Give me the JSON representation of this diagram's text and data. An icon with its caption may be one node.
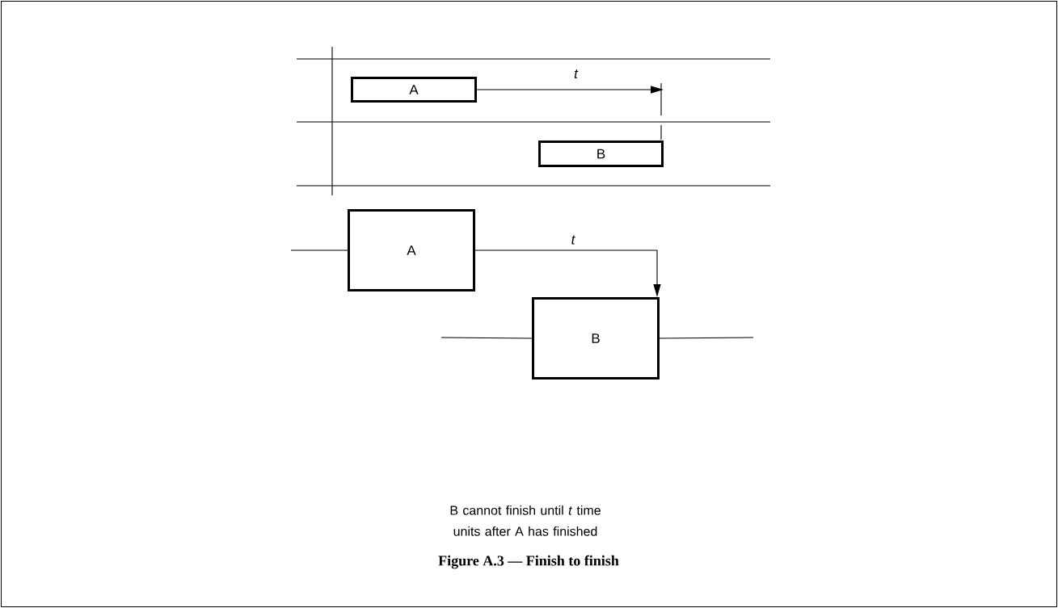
{
  "diagram": {
    "caption": "Figure A.3 — Finish to finish",
    "nodes": [
      {
        "text": [
          "A"
        ]
      },
      {
        "text": [
          "B"
        ]
      },
      {
        "text": [
          "A"
        ]
      },
      {
        "text": [
          "B"
        ]
      }
    ],
    "edges": [
      {
        "from": 0,
        "to": 1,
        "arrow": "to",
        "label": "t"
      },
      {
        "from": 2,
        "to": 3,
        "arrow": "to",
        "label": "t"
      },
      {
        "from": null,
        "to": 2,
        "arrow": "none"
      },
      {
        "from": null,
        "to": 3,
        "arrow": "none"
      },
      {
        "from": 3,
        "to": null,
        "arrow": "none"
      }
    ],
    "labels": [
      "B cannot finish until *t* time units after A has finished"
    ]
  }
}
